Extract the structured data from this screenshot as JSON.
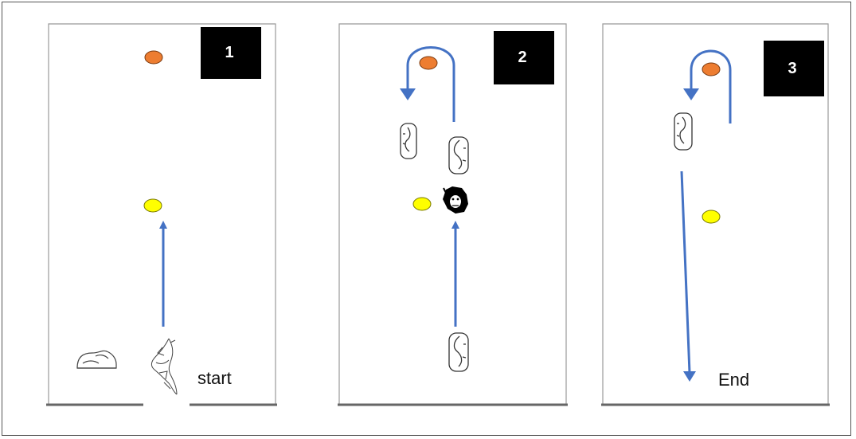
{
  "figure": {
    "panels": [
      {
        "number": "1",
        "label": "start"
      },
      {
        "number": "2"
      },
      {
        "number": "3",
        "label": "End"
      }
    ]
  },
  "colors": {
    "arrow": "#4472c4",
    "orange_marker": "#ed7d31",
    "yellow_marker": "#ffff00",
    "badge": "#000000",
    "panel_border": "#888888"
  },
  "icons": [
    "boot-icon",
    "figure-sketch-icon",
    "hand-icon",
    "face-icon"
  ]
}
